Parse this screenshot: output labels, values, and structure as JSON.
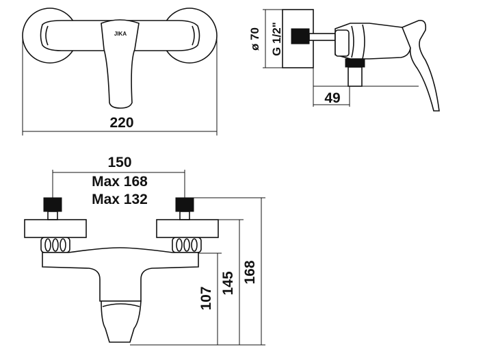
{
  "brand": "JIKA",
  "front_view": {
    "width_label": "220"
  },
  "side_view": {
    "diameter_label": "ø 70",
    "thread_label": "G 1/2\"",
    "depth_label": "49"
  },
  "bottom_view": {
    "spacing_label": "150",
    "max_label": "Max 168",
    "min_label": "Max 132",
    "height_107": "107",
    "height_145": "145",
    "height_168": "168"
  }
}
